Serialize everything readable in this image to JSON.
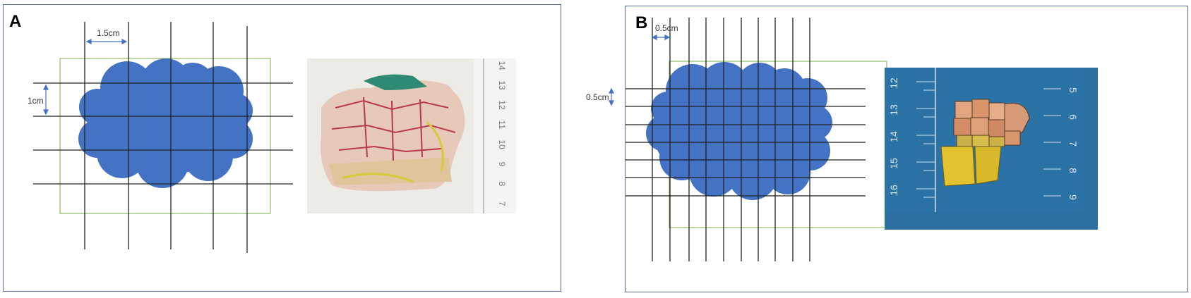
{
  "panel_a": {
    "letter": "A",
    "horizontal_spacing_label": "1.5cm",
    "vertical_spacing_label": "1cm",
    "grid_color": "#222222",
    "frame_color": "#7cae49",
    "tumor_color": "#4472c4",
    "photo_ruler_numbers": [
      "14",
      "13",
      "12",
      "11",
      "10",
      "9",
      "8",
      "7"
    ]
  },
  "panel_b": {
    "letter": "B",
    "horizontal_spacing_label": "0.5cm",
    "vertical_spacing_label": "0.5cm",
    "grid_color": "#222222",
    "frame_color": "#7cae49",
    "tumor_color": "#4472c4",
    "photo_ruler_numbers_left": [
      "12",
      "13",
      "14",
      "15",
      "16"
    ],
    "photo_ruler_numbers_right": [
      "5",
      "6",
      "7",
      "8",
      "9"
    ]
  }
}
